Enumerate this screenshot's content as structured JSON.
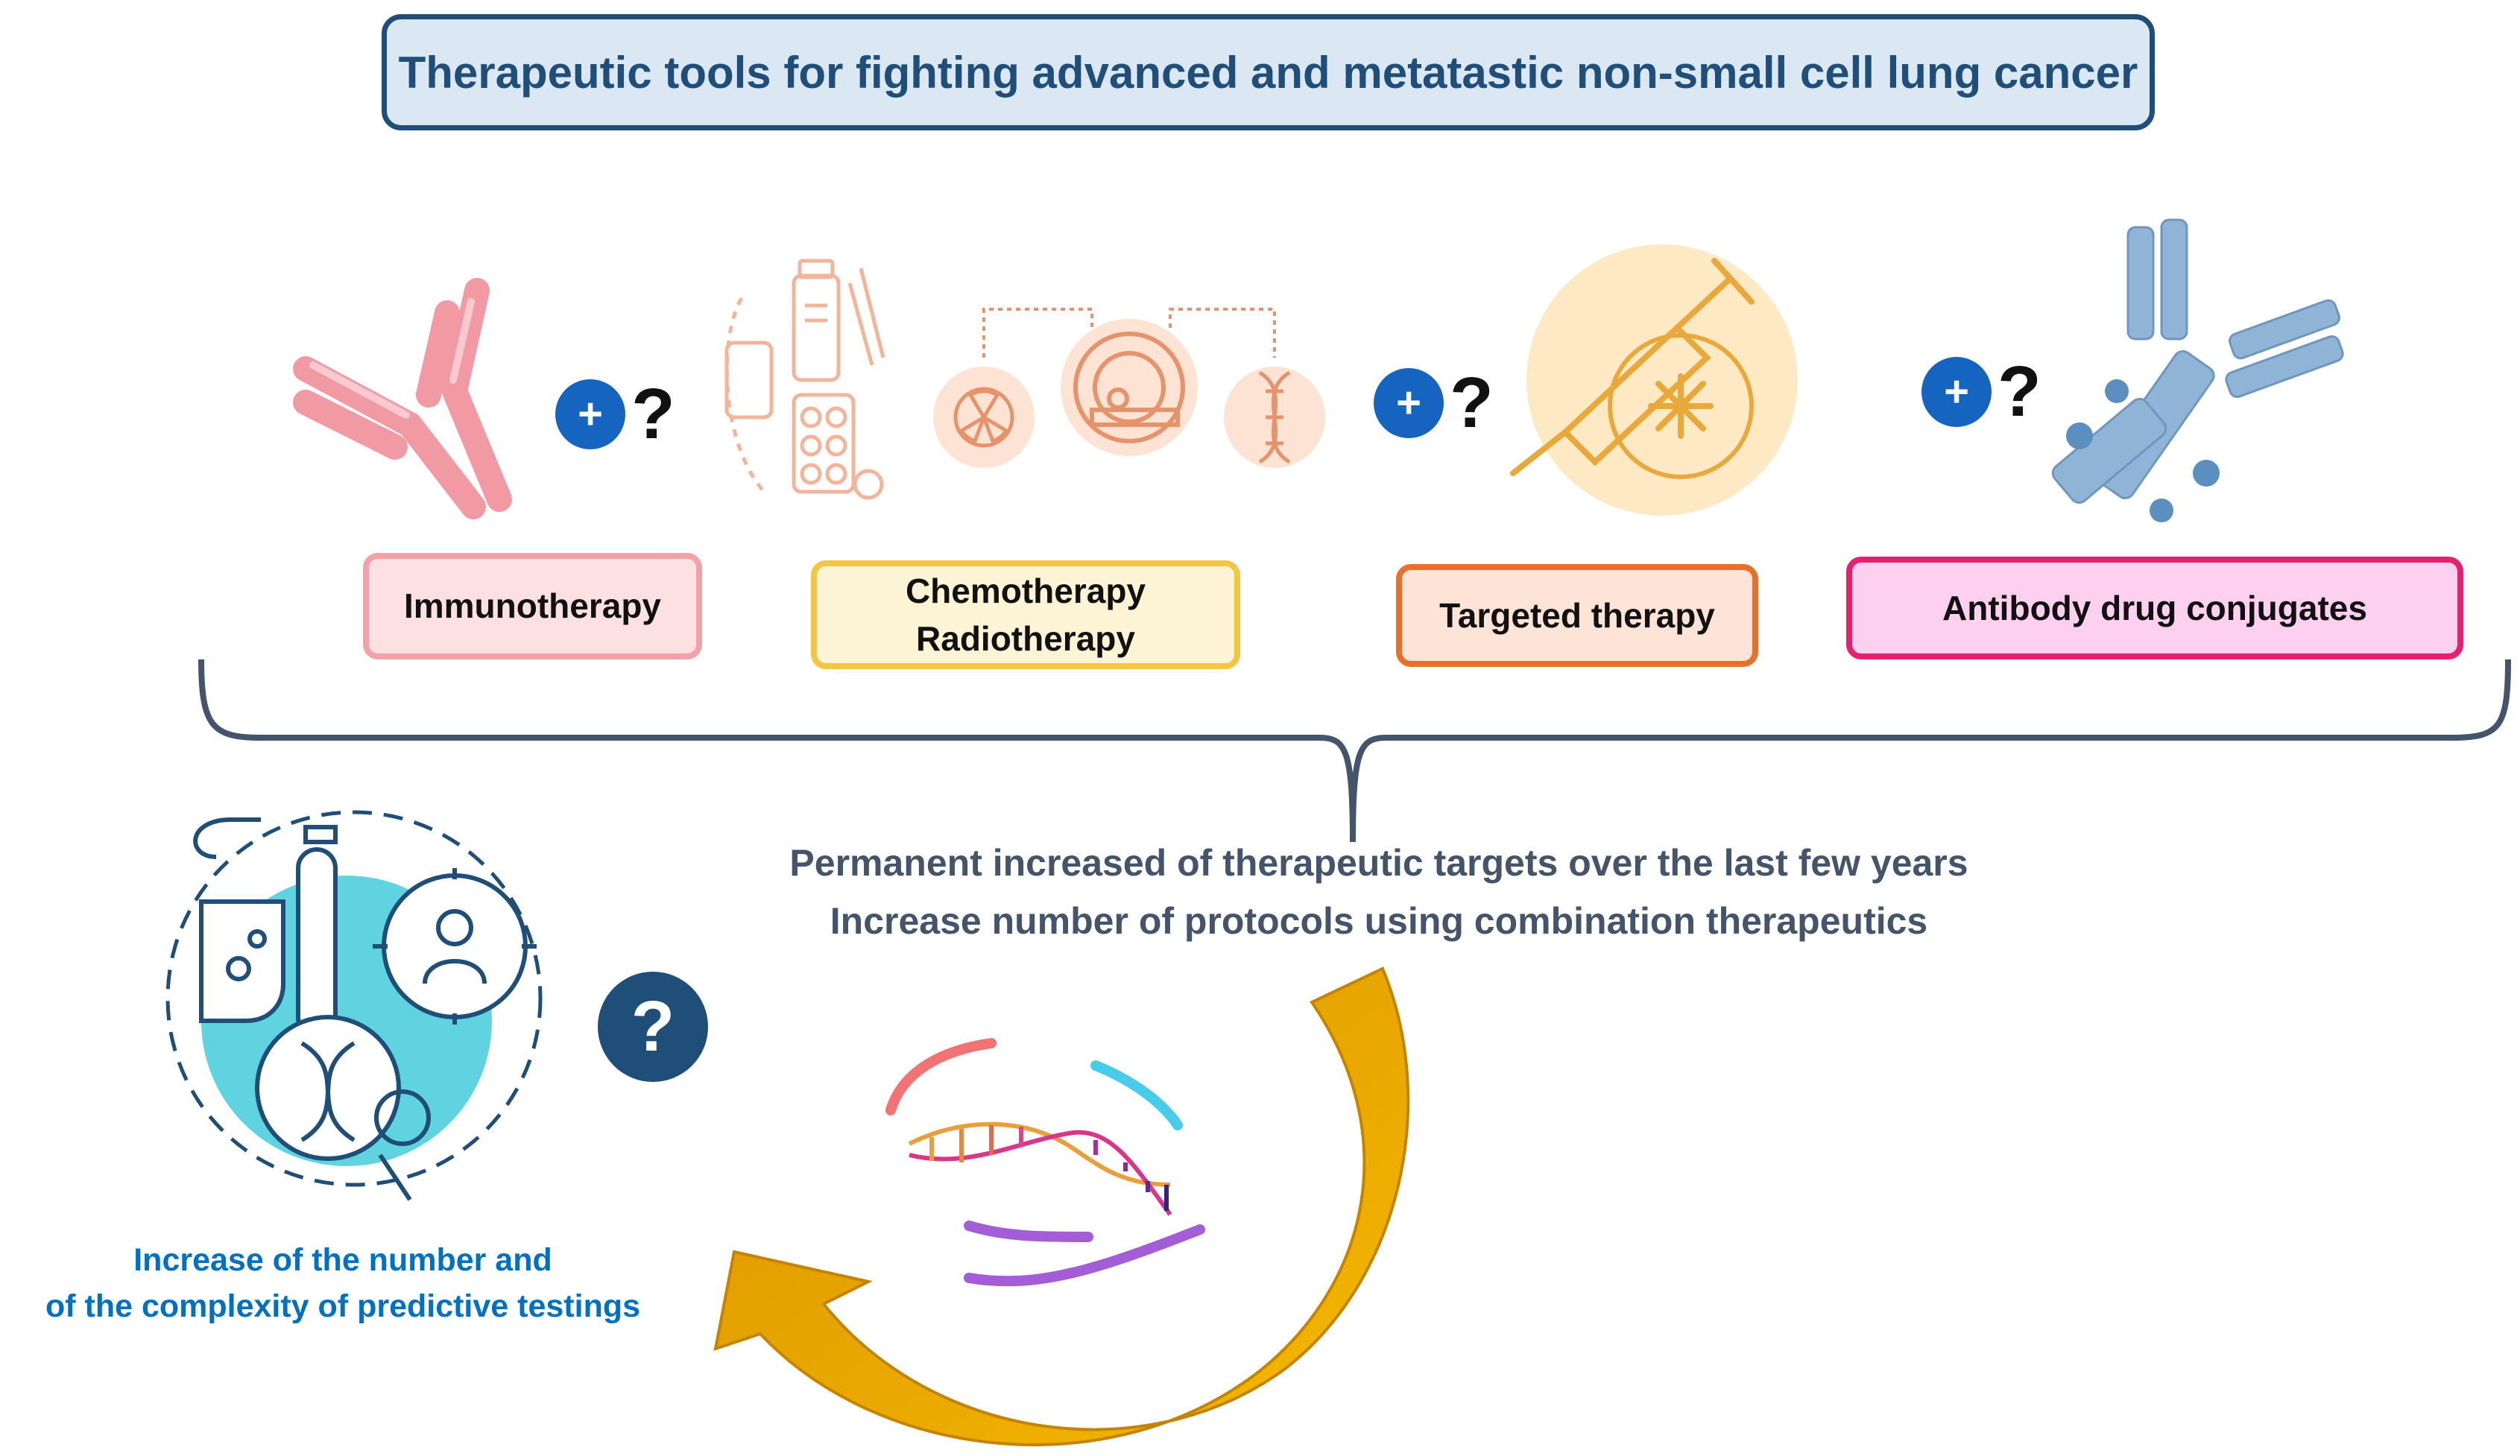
{
  "title": "Therapeutic tools for fighting advanced and metatastic non-small cell lung cancer",
  "plus_symbol": "+",
  "question_symbol": "?",
  "therapies": [
    {
      "label": "Immunotherapy",
      "color": "#f4a0a8"
    },
    {
      "label_line1": "Chemotherapy",
      "label_line2": "Radiotherapy",
      "color": "#f5c542"
    },
    {
      "label": "Targeted therapy",
      "color": "#e8702a"
    },
    {
      "label": "Antibody drug conjugates",
      "color": "#e6206f"
    }
  ],
  "middle_text": {
    "line1": "Permanent increased of therapeutic targets over the last few years",
    "line2": "Increase number of protocols using combination therapeutics"
  },
  "left_caption": {
    "line1": "Increase of the number and",
    "line2": "of the complexity of predictive testings"
  },
  "icons": {
    "immunotherapy": "antibody-icon",
    "chemotherapy": "drugs-icon",
    "radiotherapy": "radiation-mri-dna-icon",
    "targeted_therapy": "syringe-icon",
    "adc": "antibody-drug-conjugate-icon",
    "testing": "lab-testing-icon",
    "dna": "dna-helix-icon",
    "cycle": "curved-arrow-icon"
  },
  "colors": {
    "title_border": "#1f4e79",
    "title_fill": "#dbe7f3",
    "plus_circle": "#1565c0",
    "brace": "#44546a",
    "arrow": "#f0a500",
    "caption": "#0070c0"
  }
}
